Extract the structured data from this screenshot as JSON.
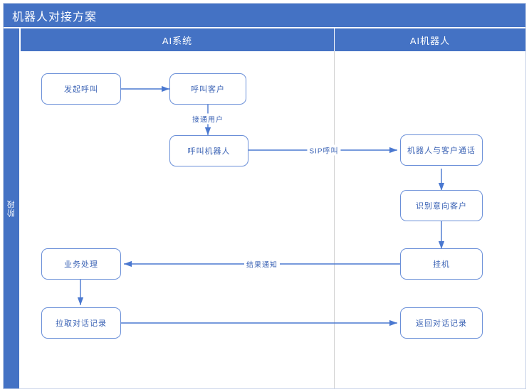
{
  "diagram": {
    "title": "机器人对接方案",
    "phase_label": "阶段",
    "accent_color": "#4472C4",
    "node_border_color": "#6a8fd8",
    "node_text_color": "#3b63b5",
    "lanes": [
      {
        "id": "ai-system",
        "label": "AI系统"
      },
      {
        "id": "ai-robot",
        "label": "AI机器人"
      }
    ],
    "nodes": [
      {
        "id": "initiate-call",
        "label": "发起呼叫",
        "lane": "ai-system"
      },
      {
        "id": "call-customer",
        "label": "呼叫客户",
        "lane": "ai-system"
      },
      {
        "id": "call-robot",
        "label": "呼叫机器人",
        "lane": "ai-system"
      },
      {
        "id": "business-process",
        "label": "业务处理",
        "lane": "ai-system"
      },
      {
        "id": "pull-dialog-log",
        "label": "拉取对话记录",
        "lane": "ai-system"
      },
      {
        "id": "robot-talk",
        "label": "机器人与客户通话",
        "lane": "ai-robot"
      },
      {
        "id": "identify-intent",
        "label": "识别意向客户",
        "lane": "ai-robot"
      },
      {
        "id": "hang-up",
        "label": "挂机",
        "lane": "ai-robot"
      },
      {
        "id": "return-dialog-log",
        "label": "返回对话记录",
        "lane": "ai-robot"
      }
    ],
    "edges": [
      {
        "id": "e1",
        "from": "initiate-call",
        "to": "call-customer",
        "label": ""
      },
      {
        "id": "e2",
        "from": "call-customer",
        "to": "call-robot",
        "label": "接通用户"
      },
      {
        "id": "e3",
        "from": "call-robot",
        "to": "robot-talk",
        "label": "SIP呼叫"
      },
      {
        "id": "e4",
        "from": "robot-talk",
        "to": "identify-intent",
        "label": ""
      },
      {
        "id": "e5",
        "from": "identify-intent",
        "to": "hang-up",
        "label": ""
      },
      {
        "id": "e6",
        "from": "hang-up",
        "to": "business-process",
        "label": "结果通知"
      },
      {
        "id": "e7",
        "from": "business-process",
        "to": "pull-dialog-log",
        "label": ""
      },
      {
        "id": "e8",
        "from": "pull-dialog-log",
        "to": "return-dialog-log",
        "label": ""
      }
    ]
  }
}
